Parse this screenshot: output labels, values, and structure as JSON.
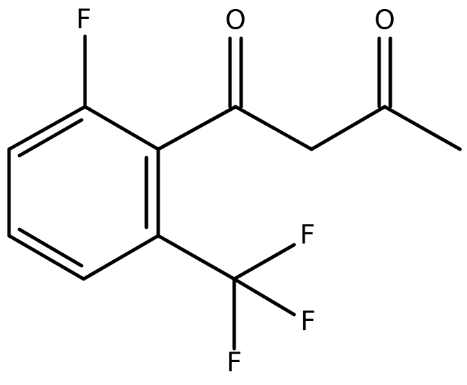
{
  "molecule": {
    "atoms": {
      "f_ring": "F",
      "o_ketone_1": "O",
      "o_ketone_2": "O",
      "f_cf3_a": "F",
      "f_cf3_b": "F",
      "f_cf3_c": "F"
    }
  },
  "colors": {
    "bond": "#000000",
    "label": "#000000",
    "background": "#ffffff"
  }
}
